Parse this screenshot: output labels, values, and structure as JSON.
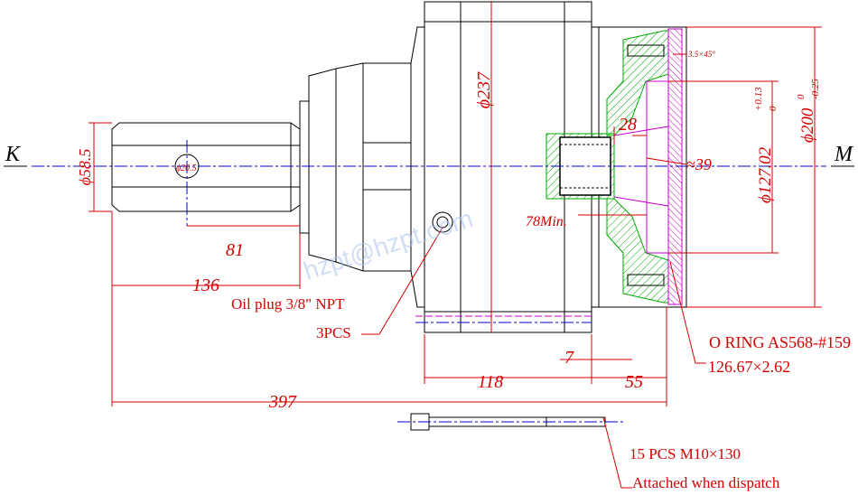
{
  "view_labels": {
    "left": "K",
    "right": "M"
  },
  "dimensions": {
    "shaft_dia": "ϕ58.5",
    "key_dia": "ϕ20.5",
    "housing_dia": "ϕ237",
    "len_81": "81",
    "len_136": "136",
    "len_397": "397",
    "len_118": "118",
    "len_55": "55",
    "len_7": "7",
    "dim_28": "28",
    "dim_39": "≈39",
    "dim_78": "78Min.",
    "chamfer": "3.5×45°",
    "pilot_dia": "ϕ127.02",
    "pilot_tol_upper": "+0.13",
    "pilot_tol_lower": "0",
    "flange_dia": "ϕ200",
    "flange_tol_upper": "0",
    "flange_tol_lower": "-0.25"
  },
  "notes": {
    "oil_plug": "Oil plug 3/8\" NPT",
    "oil_plug_qty": "3PCS",
    "oring": "O RING AS568-#159",
    "oring_size": "126.67×2.62",
    "bolts": "15 PCS M10×130",
    "bolts_note": "Attached when dispatch"
  },
  "watermark": "hzpt@hzpt.com",
  "colors": {
    "outline": "#000000",
    "dimension": "#d40000",
    "centerline": "#0000cc",
    "hatch": "#00aa00",
    "section": "#cc00cc"
  }
}
